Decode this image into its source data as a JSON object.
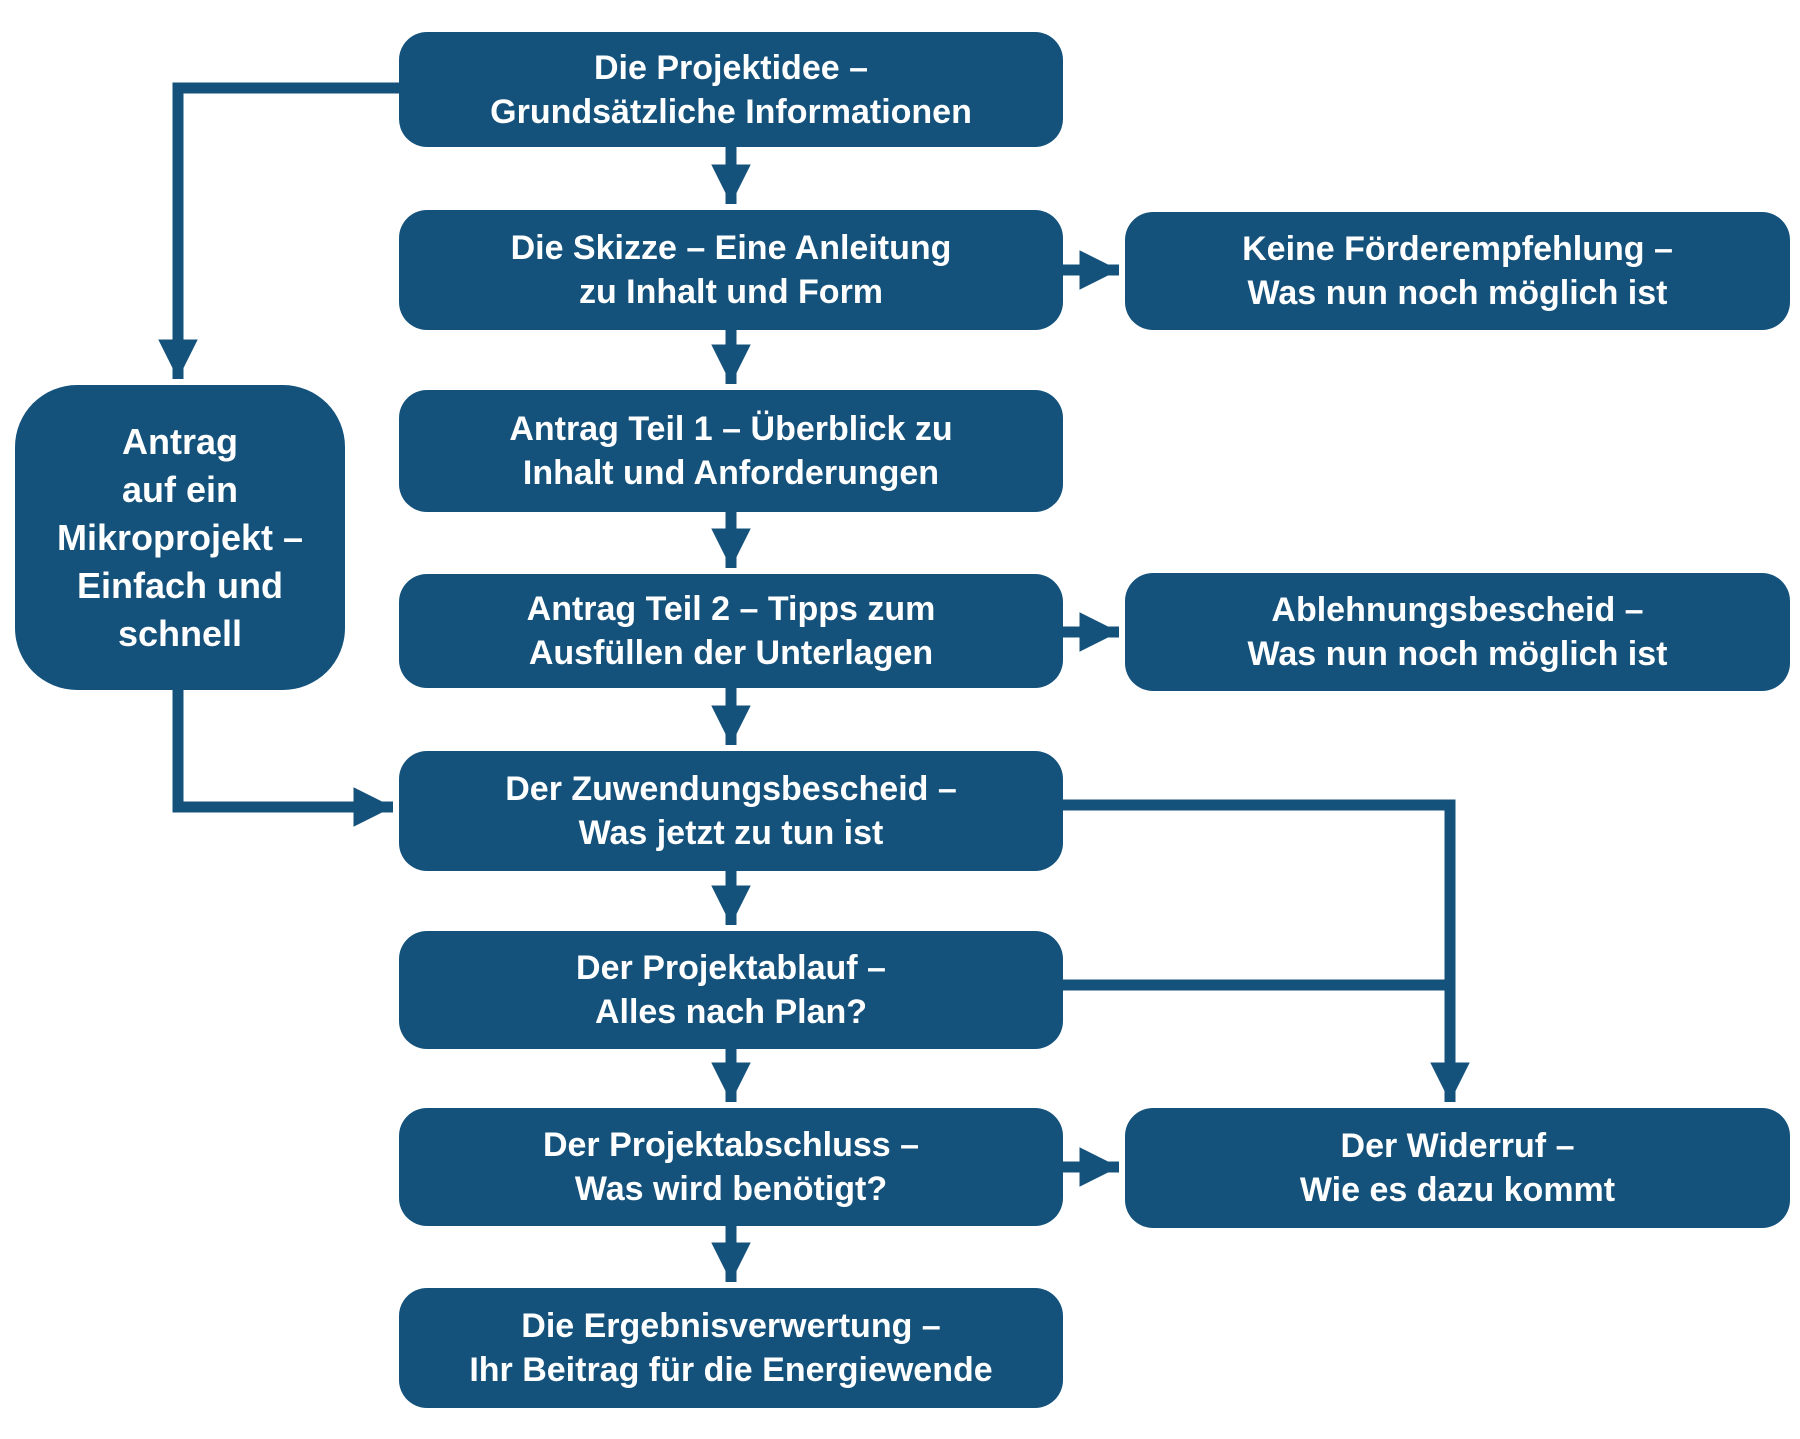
{
  "colors": {
    "node_fill": "#14527C",
    "node_text": "#FFFFFF",
    "connector": "#14527C",
    "background": "#FFFFFF"
  },
  "nodes": {
    "projektidee": {
      "lines": [
        "Die Projektidee –",
        "Grundsätzliche Informationen"
      ]
    },
    "skizze": {
      "lines": [
        "Die Skizze – Eine Anleitung",
        "zu Inhalt und Form"
      ]
    },
    "antrag_teil_1": {
      "lines": [
        "Antrag Teil 1 – Überblick zu",
        "Inhalt und Anforderungen"
      ]
    },
    "antrag_teil_2": {
      "lines": [
        "Antrag Teil 2 – Tipps zum",
        "Ausfüllen der Unterlagen"
      ]
    },
    "zuwendungsbescheid": {
      "lines": [
        "Der Zuwendungsbescheid –",
        "Was jetzt zu tun ist"
      ]
    },
    "projektablauf": {
      "lines": [
        "Der Projektablauf –",
        "Alles nach Plan?"
      ]
    },
    "projektabschluss": {
      "lines": [
        "Der Projektabschluss –",
        "Was wird benötigt?"
      ]
    },
    "ergebnisverwertung": {
      "lines": [
        "Die Ergebnisverwertung –",
        "Ihr Beitrag für die Energiewende"
      ]
    },
    "mikroprojekt": {
      "lines": [
        "Antrag",
        "auf ein",
        "Mikroprojekt –",
        "Einfach und",
        "schnell"
      ]
    },
    "keine_foerderempfehlung": {
      "lines": [
        "Keine Förderempfehlung –",
        "Was nun noch möglich ist"
      ]
    },
    "ablehnungsbescheid": {
      "lines": [
        "Ablehnungsbescheid –",
        "Was nun noch möglich ist"
      ]
    },
    "widerruf": {
      "lines": [
        "Der Widerruf –",
        "Wie es dazu kommt"
      ]
    }
  }
}
